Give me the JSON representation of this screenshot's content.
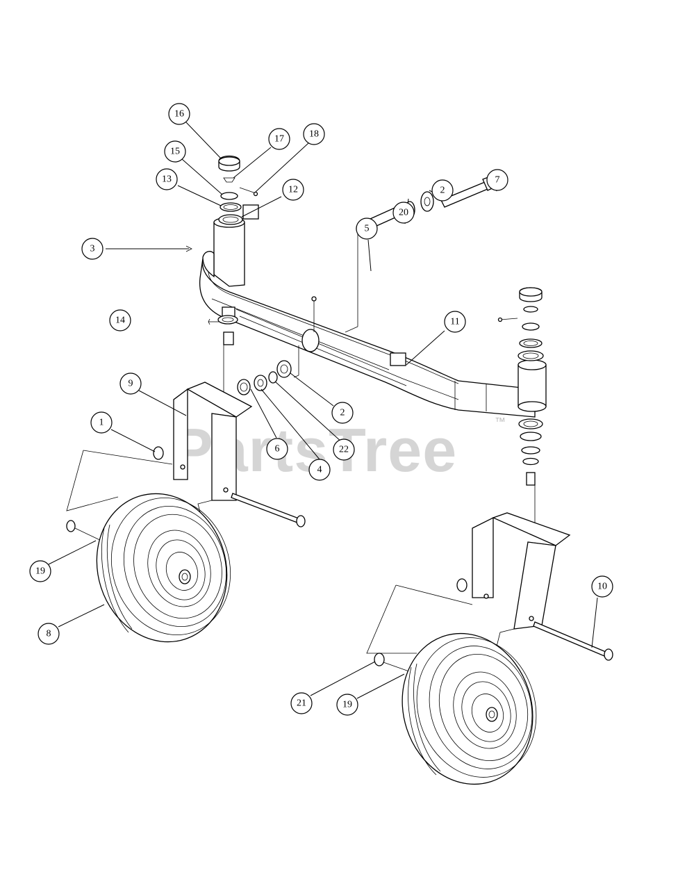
{
  "diagram": {
    "watermark": "PartsTree",
    "watermark_mark": "™",
    "callouts": [
      {
        "id": "c16",
        "label": "16"
      },
      {
        "id": "c17",
        "label": "17"
      },
      {
        "id": "c18",
        "label": "18"
      },
      {
        "id": "c15",
        "label": "15"
      },
      {
        "id": "c13",
        "label": "13"
      },
      {
        "id": "c12",
        "label": "12"
      },
      {
        "id": "c3",
        "label": "3"
      },
      {
        "id": "c14",
        "label": "14"
      },
      {
        "id": "c5",
        "label": "5"
      },
      {
        "id": "c20",
        "label": "20"
      },
      {
        "id": "c2a",
        "label": "2"
      },
      {
        "id": "c7",
        "label": "7"
      },
      {
        "id": "c11",
        "label": "11"
      },
      {
        "id": "c9",
        "label": "9"
      },
      {
        "id": "c1",
        "label": "1"
      },
      {
        "id": "c2b",
        "label": "2"
      },
      {
        "id": "c6",
        "label": "6"
      },
      {
        "id": "c22",
        "label": "22"
      },
      {
        "id": "c4",
        "label": "4"
      },
      {
        "id": "c19a",
        "label": "19"
      },
      {
        "id": "c8",
        "label": "8"
      },
      {
        "id": "c10",
        "label": "10"
      },
      {
        "id": "c21",
        "label": "21"
      },
      {
        "id": "c19b",
        "label": "19"
      }
    ]
  }
}
